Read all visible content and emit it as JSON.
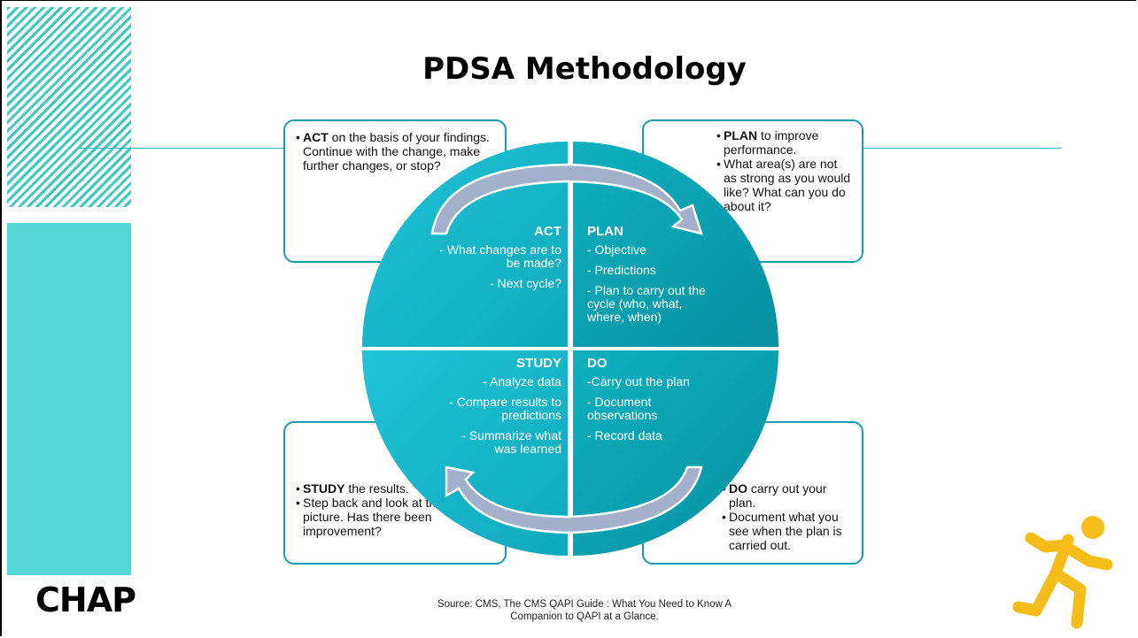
{
  "slide": {
    "title": "PDSA Methodology",
    "logo": "CHAP",
    "source_line1": "Source: CMS, The CMS QAPI Guide : What You Need to Know A",
    "source_line2": "Companion to QAPI at a Glance."
  },
  "colors": {
    "accent_teal": "#55d6d4",
    "circle_left": "#18b7cc",
    "circle_right": "#0aa3b3",
    "arrow": "#9aa9c8",
    "runner": "#f5bd19"
  },
  "icons": {
    "runner": "running-person-icon"
  },
  "diagram": {
    "callouts": {
      "act": {
        "items": [
          {
            "bold": "ACT",
            "rest": " on the basis of your findings. Continue with the change, make further changes, or stop?"
          }
        ]
      },
      "plan": {
        "items": [
          {
            "bold": "PLAN",
            "rest": " to improve performance."
          },
          {
            "bold": "",
            "rest": "What area(s) are not as strong as you would like? What can you do about it?"
          }
        ]
      },
      "study": {
        "items": [
          {
            "bold": "STUDY",
            "rest": " the results."
          },
          {
            "bold": "",
            "rest": "Step back and look at the big picture. Has there been improvement?"
          }
        ]
      },
      "do": {
        "items": [
          {
            "bold": "DO",
            "rest": " carry out your plan."
          },
          {
            "bold": "",
            "rest": "Document what you see when the plan is carried out."
          }
        ]
      }
    },
    "quadrants": {
      "act": {
        "heading": "ACT",
        "items": [
          "- What changes are to be made?",
          "- Next cycle?"
        ]
      },
      "plan": {
        "heading": "PLAN",
        "items": [
          "- Objective",
          "- Predictions",
          "- Plan to carry out the cycle (who, what, where, when)"
        ]
      },
      "study": {
        "heading": "STUDY",
        "items": [
          "- Analyze data",
          "- Compare results to predictions",
          "- Summarize what was learned"
        ]
      },
      "do": {
        "heading": "DO",
        "items": [
          "-Carry out the plan",
          "- Document observations",
          "- Record data"
        ]
      }
    }
  }
}
